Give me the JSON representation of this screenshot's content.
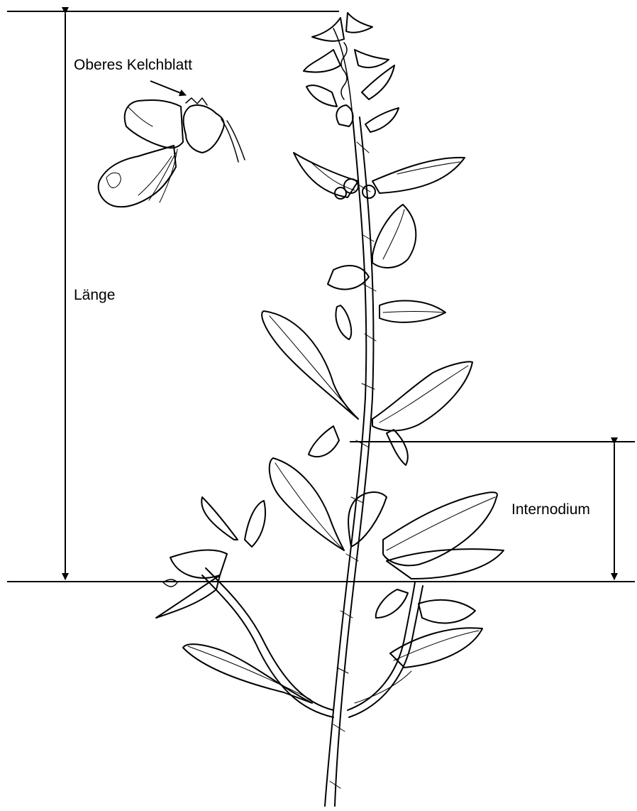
{
  "labels": {
    "upper_sepal": "Oberes Kelchblatt",
    "length": "Länge",
    "internode": "Internodium"
  },
  "colors": {
    "ink": "#000000",
    "background": "#ffffff"
  }
}
